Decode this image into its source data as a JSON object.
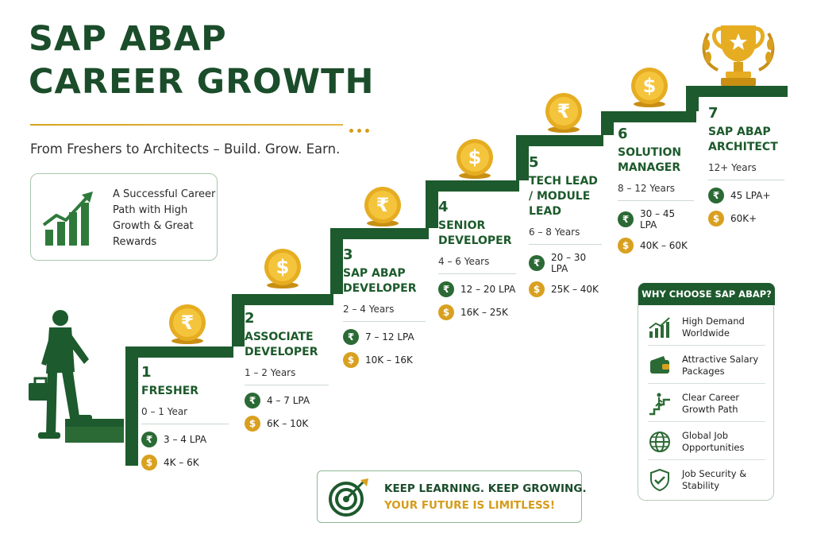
{
  "title": {
    "line1": "SAP ABAP",
    "line2": "CAREER GROWTH"
  },
  "subtitle": "From Freshers to Architects – Build. Grow. Earn.",
  "promo": {
    "text": "A Successful Career Path with High Growth & Great Rewards",
    "icon": "growth-bar-chart-icon"
  },
  "steps": [
    {
      "number": "1",
      "role": "FRESHER",
      "years": "0 – 1 Year",
      "inr": "3 – 4 LPA",
      "usd": "4K – 6K",
      "coin": "₹"
    },
    {
      "number": "2",
      "role": "ASSOCIATE DEVELOPER",
      "years": "1 – 2 Years",
      "inr": "4 – 7 LPA",
      "usd": "6K – 10K",
      "coin": "$"
    },
    {
      "number": "3",
      "role": "SAP ABAP DEVELOPER",
      "years": "2 – 4 Years",
      "inr": "7 – 12 LPA",
      "usd": "10K – 16K",
      "coin": "₹"
    },
    {
      "number": "4",
      "role": "SENIOR DEVELOPER",
      "years": "4 – 6 Years",
      "inr": "12 – 20 LPA",
      "usd": "16K – 25K",
      "coin": "$"
    },
    {
      "number": "5",
      "role": "TECH LEAD / MODULE LEAD",
      "years": "6 – 8 Years",
      "inr": "20 – 30 LPA",
      "usd": "25K – 40K",
      "coin": "₹"
    },
    {
      "number": "6",
      "role": "SOLUTION MANAGER",
      "years": "8 – 12 Years",
      "inr": "30 – 45 LPA",
      "usd": "40K – 60K",
      "coin": "$"
    },
    {
      "number": "7",
      "role": "SAP ABAP ARCHITECT",
      "years": "12+ Years",
      "inr": "45 LPA+",
      "usd": "60K+"
    }
  ],
  "currency": {
    "inr": "₹",
    "usd": "$"
  },
  "why": {
    "header": "WHY CHOOSE SAP ABAP?",
    "items": [
      {
        "label": "High Demand Worldwide",
        "icon": "trend-up-icon"
      },
      {
        "label": "Attractive Salary Packages",
        "icon": "wallet-icon"
      },
      {
        "label": "Clear Career Growth Path",
        "icon": "stairs-climber-icon"
      },
      {
        "label": "Global Job Opportunities",
        "icon": "globe-icon"
      },
      {
        "label": "Job Security & Stability",
        "icon": "shield-check-icon"
      }
    ]
  },
  "motto": {
    "line1": "KEEP LEARNING. KEEP GROWING.",
    "line2": "YOUR FUTURE IS LIMITLESS!",
    "icon": "target-arrow-icon"
  },
  "colors": {
    "green": "#1d5a2d",
    "gold": "#d9a020",
    "accent_green": "#2b6a35"
  }
}
